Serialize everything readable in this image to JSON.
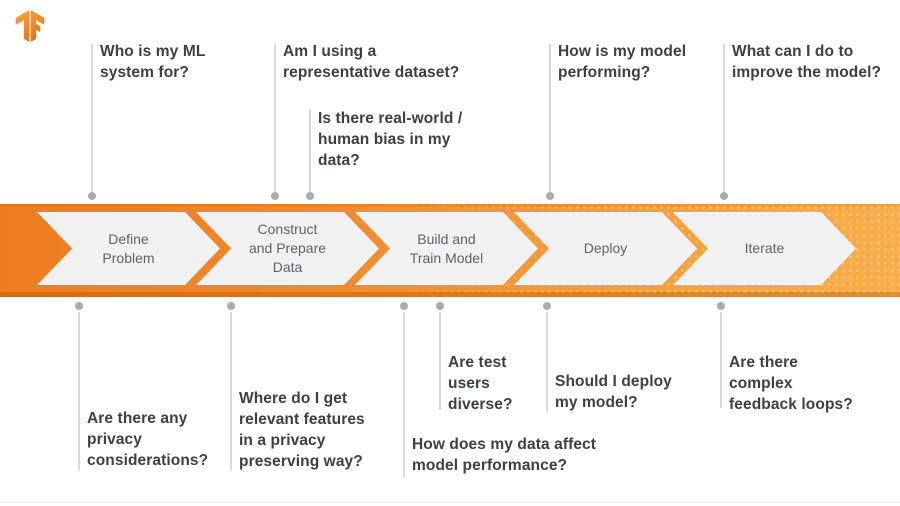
{
  "header": {
    "logo_alt": "TensorFlow"
  },
  "pipeline": {
    "stages": [
      {
        "label": "Define\nProblem"
      },
      {
        "label": "Construct\nand Prepare\nData"
      },
      {
        "label": "Build and\nTrain Model"
      },
      {
        "label": "Deploy"
      },
      {
        "label": "Iterate"
      }
    ]
  },
  "questions": {
    "top": [
      {
        "text": "Who is my ML\nsystem for?"
      },
      {
        "text": "Am I using a\nrepresentative dataset?"
      },
      {
        "text": "Is there real-world /\nhuman bias in my\ndata?"
      },
      {
        "text": "How is my model\nperforming?"
      },
      {
        "text": "What can I do to\nimprove the model?"
      }
    ],
    "bottom": [
      {
        "text": "Are there any\nprivacy\nconsiderations?"
      },
      {
        "text": "Where do I get\nrelevant features\nin a privacy\npreserving way?"
      },
      {
        "text": "How does my data affect\nmodel performance?"
      },
      {
        "text": "Are test\nusers\ndiverse?"
      },
      {
        "text": "Should I deploy\nmy model?"
      },
      {
        "text": "Are there\ncomplex\nfeedback loops?"
      }
    ]
  },
  "colors": {
    "banner_left": "#ee7d1f",
    "banner_right": "#f9ad49",
    "chevron_fill": "#f1f1f2",
    "stage_text": "#5f6368",
    "question_text": "#3c4043",
    "connector_line": "#d8d8d8",
    "connector_dot": "#aaadb0",
    "logo_orange_light": "#faa83f",
    "logo_orange_dark": "#ea731d"
  }
}
